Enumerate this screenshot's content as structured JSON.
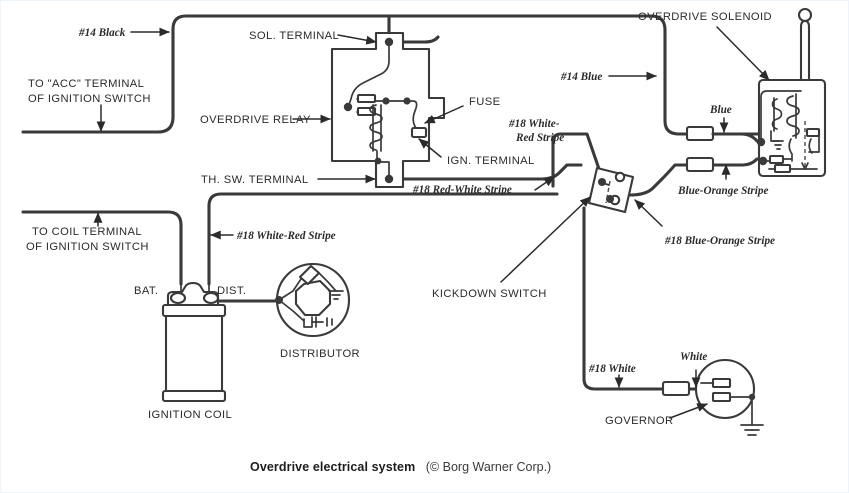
{
  "figure": {
    "caption_main": "Overdrive electrical system",
    "caption_copyright": "(© Borg Warner Corp.)"
  },
  "labels": {
    "wire_14_black": "#14 Black",
    "to_acc_terminal_line1": "TO \"ACC\" TERMINAL",
    "to_acc_terminal_line2": "OF IGNITION SWITCH",
    "sol_terminal": "SOL. TERMINAL",
    "overdrive_relay": "OVERDRIVE RELAY",
    "fuse": "FUSE",
    "ign_terminal": "IGN. TERMINAL",
    "th_sw_terminal": "TH. SW. TERMINAL",
    "overdrive_solenoid": "OVERDRIVE SOLENOID",
    "wire_14_blue": "#14 Blue",
    "blue": "Blue",
    "blue_orange_stripe": "Blue-Orange Stripe",
    "wire_18_blue_orange_stripe": "#18 Blue-Orange Stripe",
    "wire_18_white_red_stripe_top_line1": "#18 White-",
    "wire_18_white_red_stripe_top_line2": "Red Stripe",
    "wire_18_red_white_stripe": "#18 Red-White Stripe",
    "wire_18_white_red_stripe_left": "#18 White-Red Stripe",
    "kickdown_switch": "KICKDOWN SWITCH",
    "to_coil_terminal_line1": "TO COIL TERMINAL",
    "to_coil_terminal_line2": "OF IGNITION SWITCH",
    "bat": "BAT.",
    "dist": "DIST.",
    "ignition_coil": "IGNITION COIL",
    "distributor": "DISTRIBUTOR",
    "wire_18_white": "#18 White",
    "white": "White",
    "governor": "GOVERNOR"
  },
  "colors": {
    "line": "#3a3a3a",
    "text": "#2b2b2b",
    "background": "#ffffff",
    "frame": "#eef5fa"
  },
  "components": [
    "overdrive-relay",
    "overdrive-solenoid",
    "kickdown-switch",
    "ignition-coil",
    "distributor",
    "governor"
  ]
}
